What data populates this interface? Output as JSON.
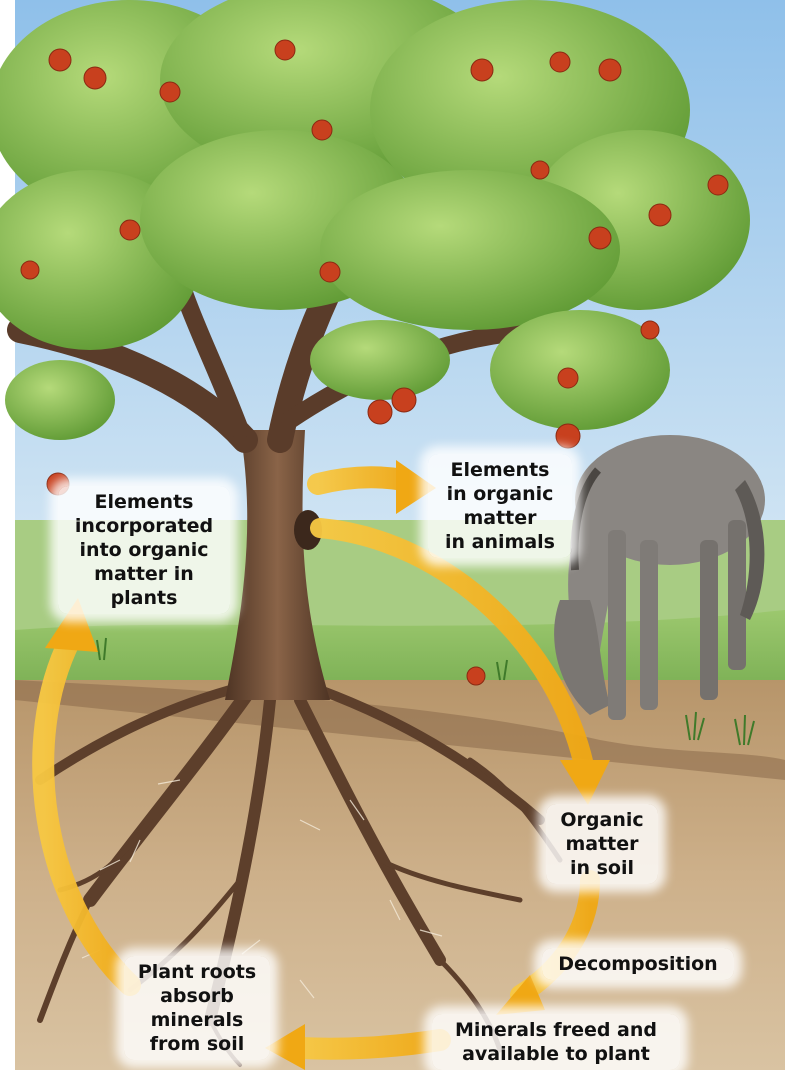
{
  "diagram": {
    "nodes": [
      {
        "id": "plants",
        "text": "Elements\nincorporated\ninto organic\nmatter in\nplants"
      },
      {
        "id": "animals",
        "text": "Elements\nin organic\nmatter\nin animals"
      },
      {
        "id": "soil_organic",
        "text": "Organic\nmatter\nin soil"
      },
      {
        "id": "decomposition",
        "text": "Decomposition"
      },
      {
        "id": "minerals_freed",
        "text": "Minerals freed and\navailable to plant"
      },
      {
        "id": "roots_absorb",
        "text": "Plant roots\nabsorb\nminerals\nfrom soil"
      }
    ],
    "edges": [
      {
        "from": "plants",
        "to": "animals"
      },
      {
        "from": "plants",
        "to": "soil_organic"
      },
      {
        "from": "soil_organic",
        "to": "minerals_freed",
        "label": "Decomposition"
      },
      {
        "from": "minerals_freed",
        "to": "roots_absorb"
      },
      {
        "from": "roots_absorb",
        "to": "plants"
      }
    ],
    "colors": {
      "arrow": "#f2b21c",
      "sky": "#a9cff0",
      "grass": "#6aa84f",
      "soil": "#c8aa82",
      "trunk": "#6b4a34",
      "leaves": "#7fb545",
      "apple": "#c8401e",
      "horse": "#8a8682"
    }
  }
}
